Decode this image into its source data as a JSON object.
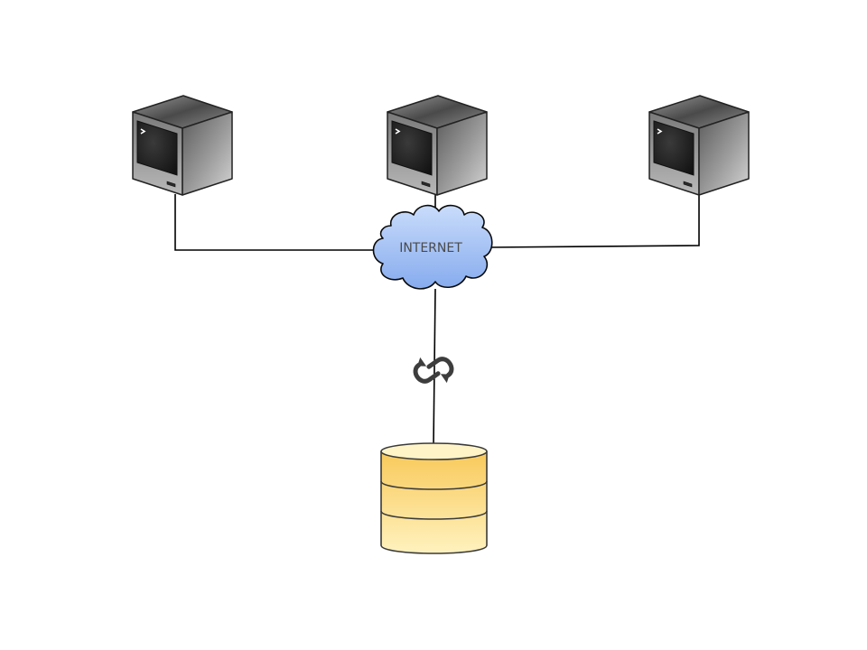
{
  "diagram": {
    "cloud_label": "INTERNET",
    "nodes": [
      {
        "id": "terminal-left",
        "kind": "terminal",
        "icon": "terminal-server-icon"
      },
      {
        "id": "terminal-center",
        "kind": "terminal",
        "icon": "terminal-server-icon"
      },
      {
        "id": "terminal-right",
        "kind": "terminal",
        "icon": "terminal-server-icon"
      },
      {
        "id": "internet-cloud",
        "kind": "cloud",
        "icon": "cloud-icon"
      },
      {
        "id": "database",
        "kind": "database",
        "icon": "database-icon"
      }
    ],
    "links": [
      {
        "from": "terminal-left",
        "to": "internet-cloud"
      },
      {
        "from": "terminal-center",
        "to": "internet-cloud"
      },
      {
        "from": "terminal-right",
        "to": "internet-cloud"
      },
      {
        "from": "internet-cloud",
        "to": "database",
        "icon": "sync-link-icon"
      }
    ],
    "colors": {
      "cloud_fill": "#9fbef0",
      "cloud_stroke": "#0a0a0a",
      "database_fill": "#fdd97a",
      "terminal_body": "#9a9a9a",
      "terminal_screen": "#2a2a2a",
      "link_stroke": "#000000"
    }
  }
}
